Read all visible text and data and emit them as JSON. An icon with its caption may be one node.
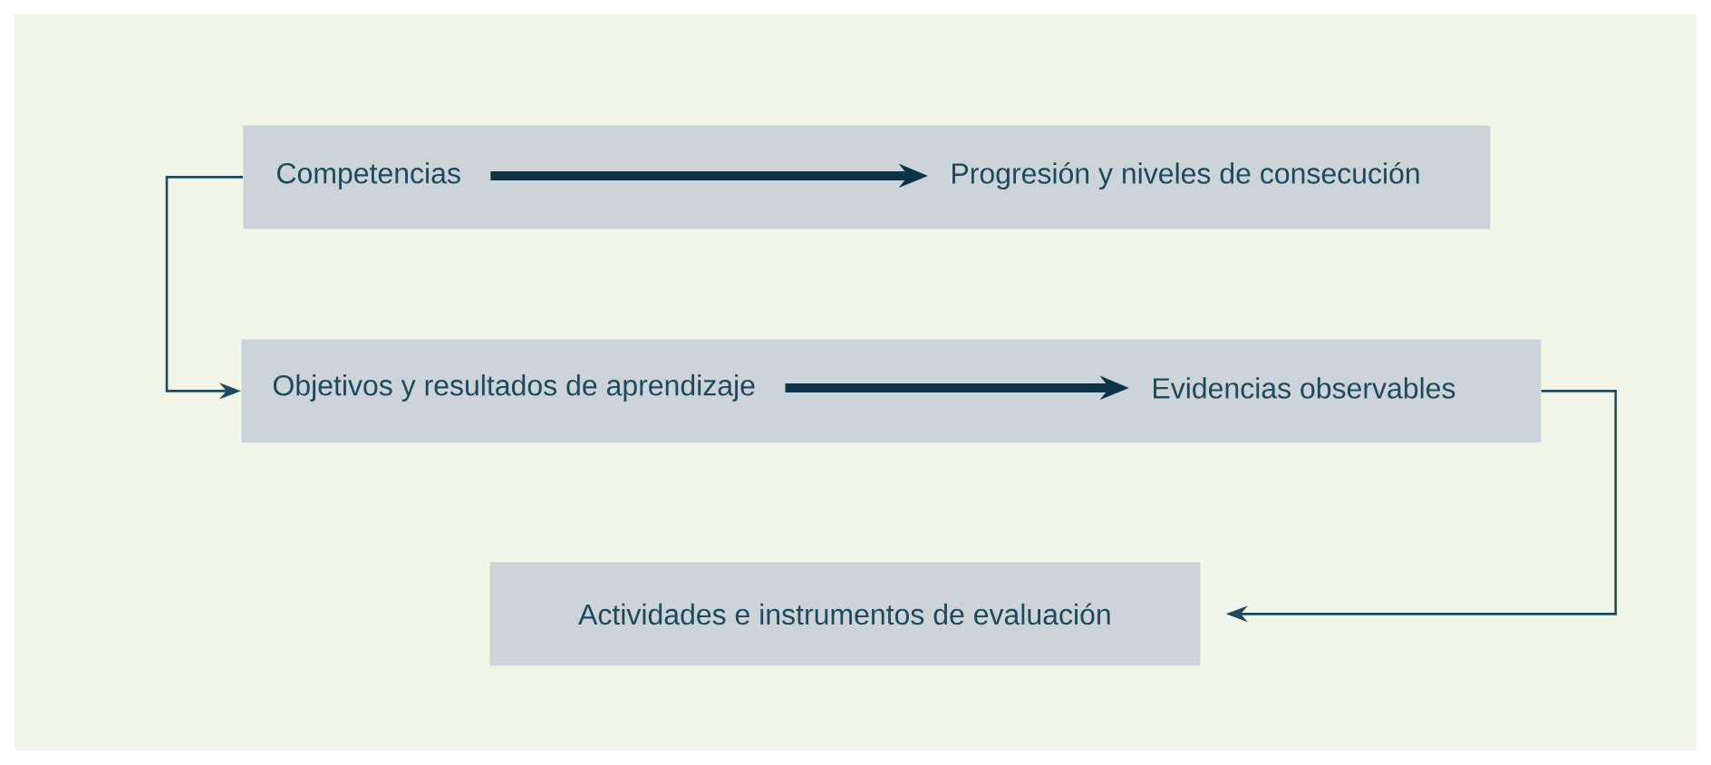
{
  "diagram": {
    "nodes": [
      {
        "text": [],
        "shape": "box"
      },
      {
        "text": [
          "Competencias"
        ],
        "in": 0
      },
      {
        "text": [
          "Progresión y niveles de consecución"
        ],
        "in": 0
      },
      {
        "text": [],
        "shape": "box"
      },
      {
        "text": [
          "Objetivos y resultados de aprendizaje"
        ],
        "in": 3
      },
      {
        "text": [
          "Evidencias observables"
        ],
        "in": 3
      },
      {
        "text": [
          "Actividades e instrumentos de evaluación"
        ]
      }
    ],
    "edges": [
      {
        "from": 1,
        "to": 2,
        "arrow": "to",
        "style": "thick"
      },
      {
        "from": 4,
        "to": 5,
        "arrow": "to",
        "style": "thick"
      },
      {
        "from": 0,
        "to": 3,
        "arrow": "to"
      },
      {
        "from": 3,
        "to": 6,
        "arrow": "to"
      }
    ]
  }
}
